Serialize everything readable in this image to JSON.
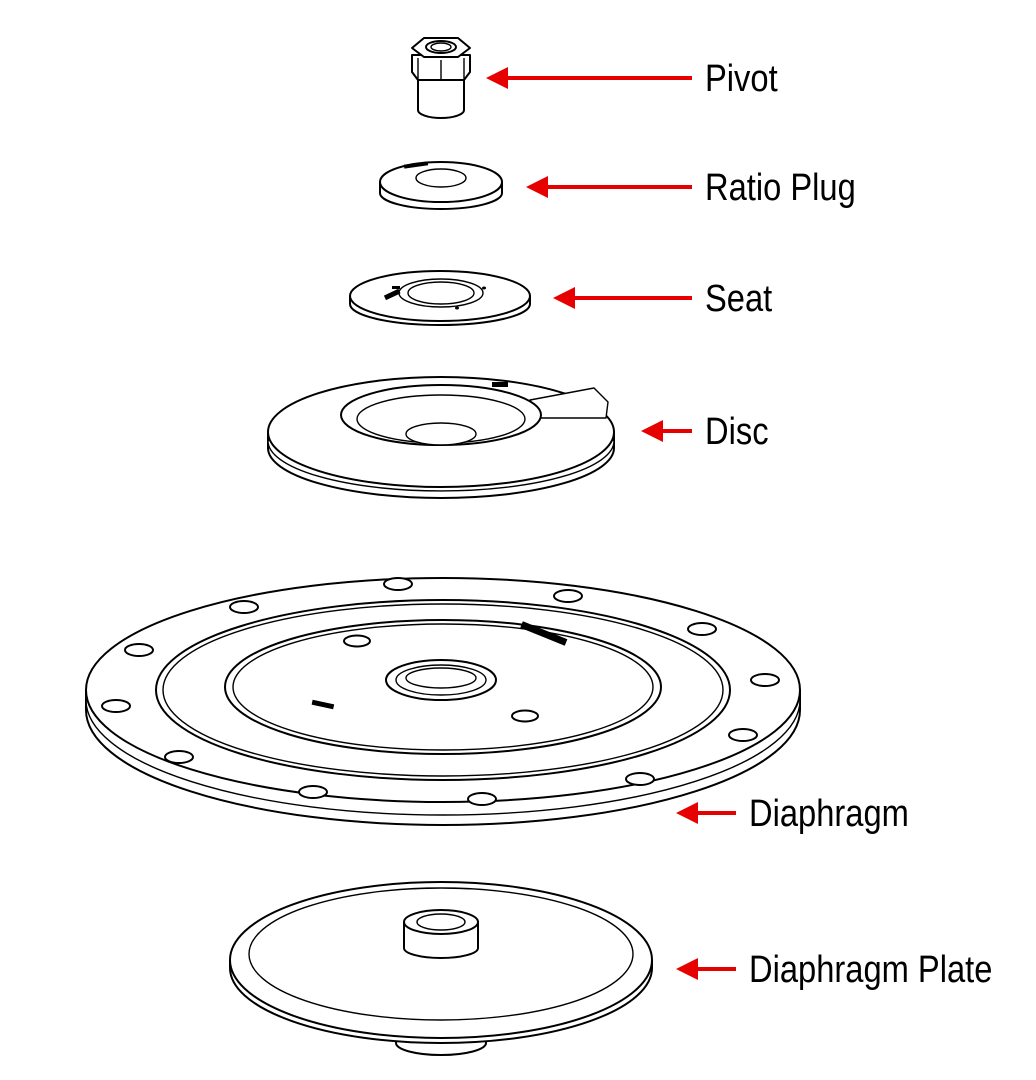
{
  "labels": {
    "pivot": "Pivot",
    "ratio_plug": "Ratio Plug",
    "seat": "Seat",
    "disc": "Disc",
    "diaphragm": "Diaphragm",
    "diaphragm_plate": "Diaphragm Plate"
  },
  "colors": {
    "arrow": "#e60000",
    "line": "#000000",
    "background": "#ffffff"
  }
}
